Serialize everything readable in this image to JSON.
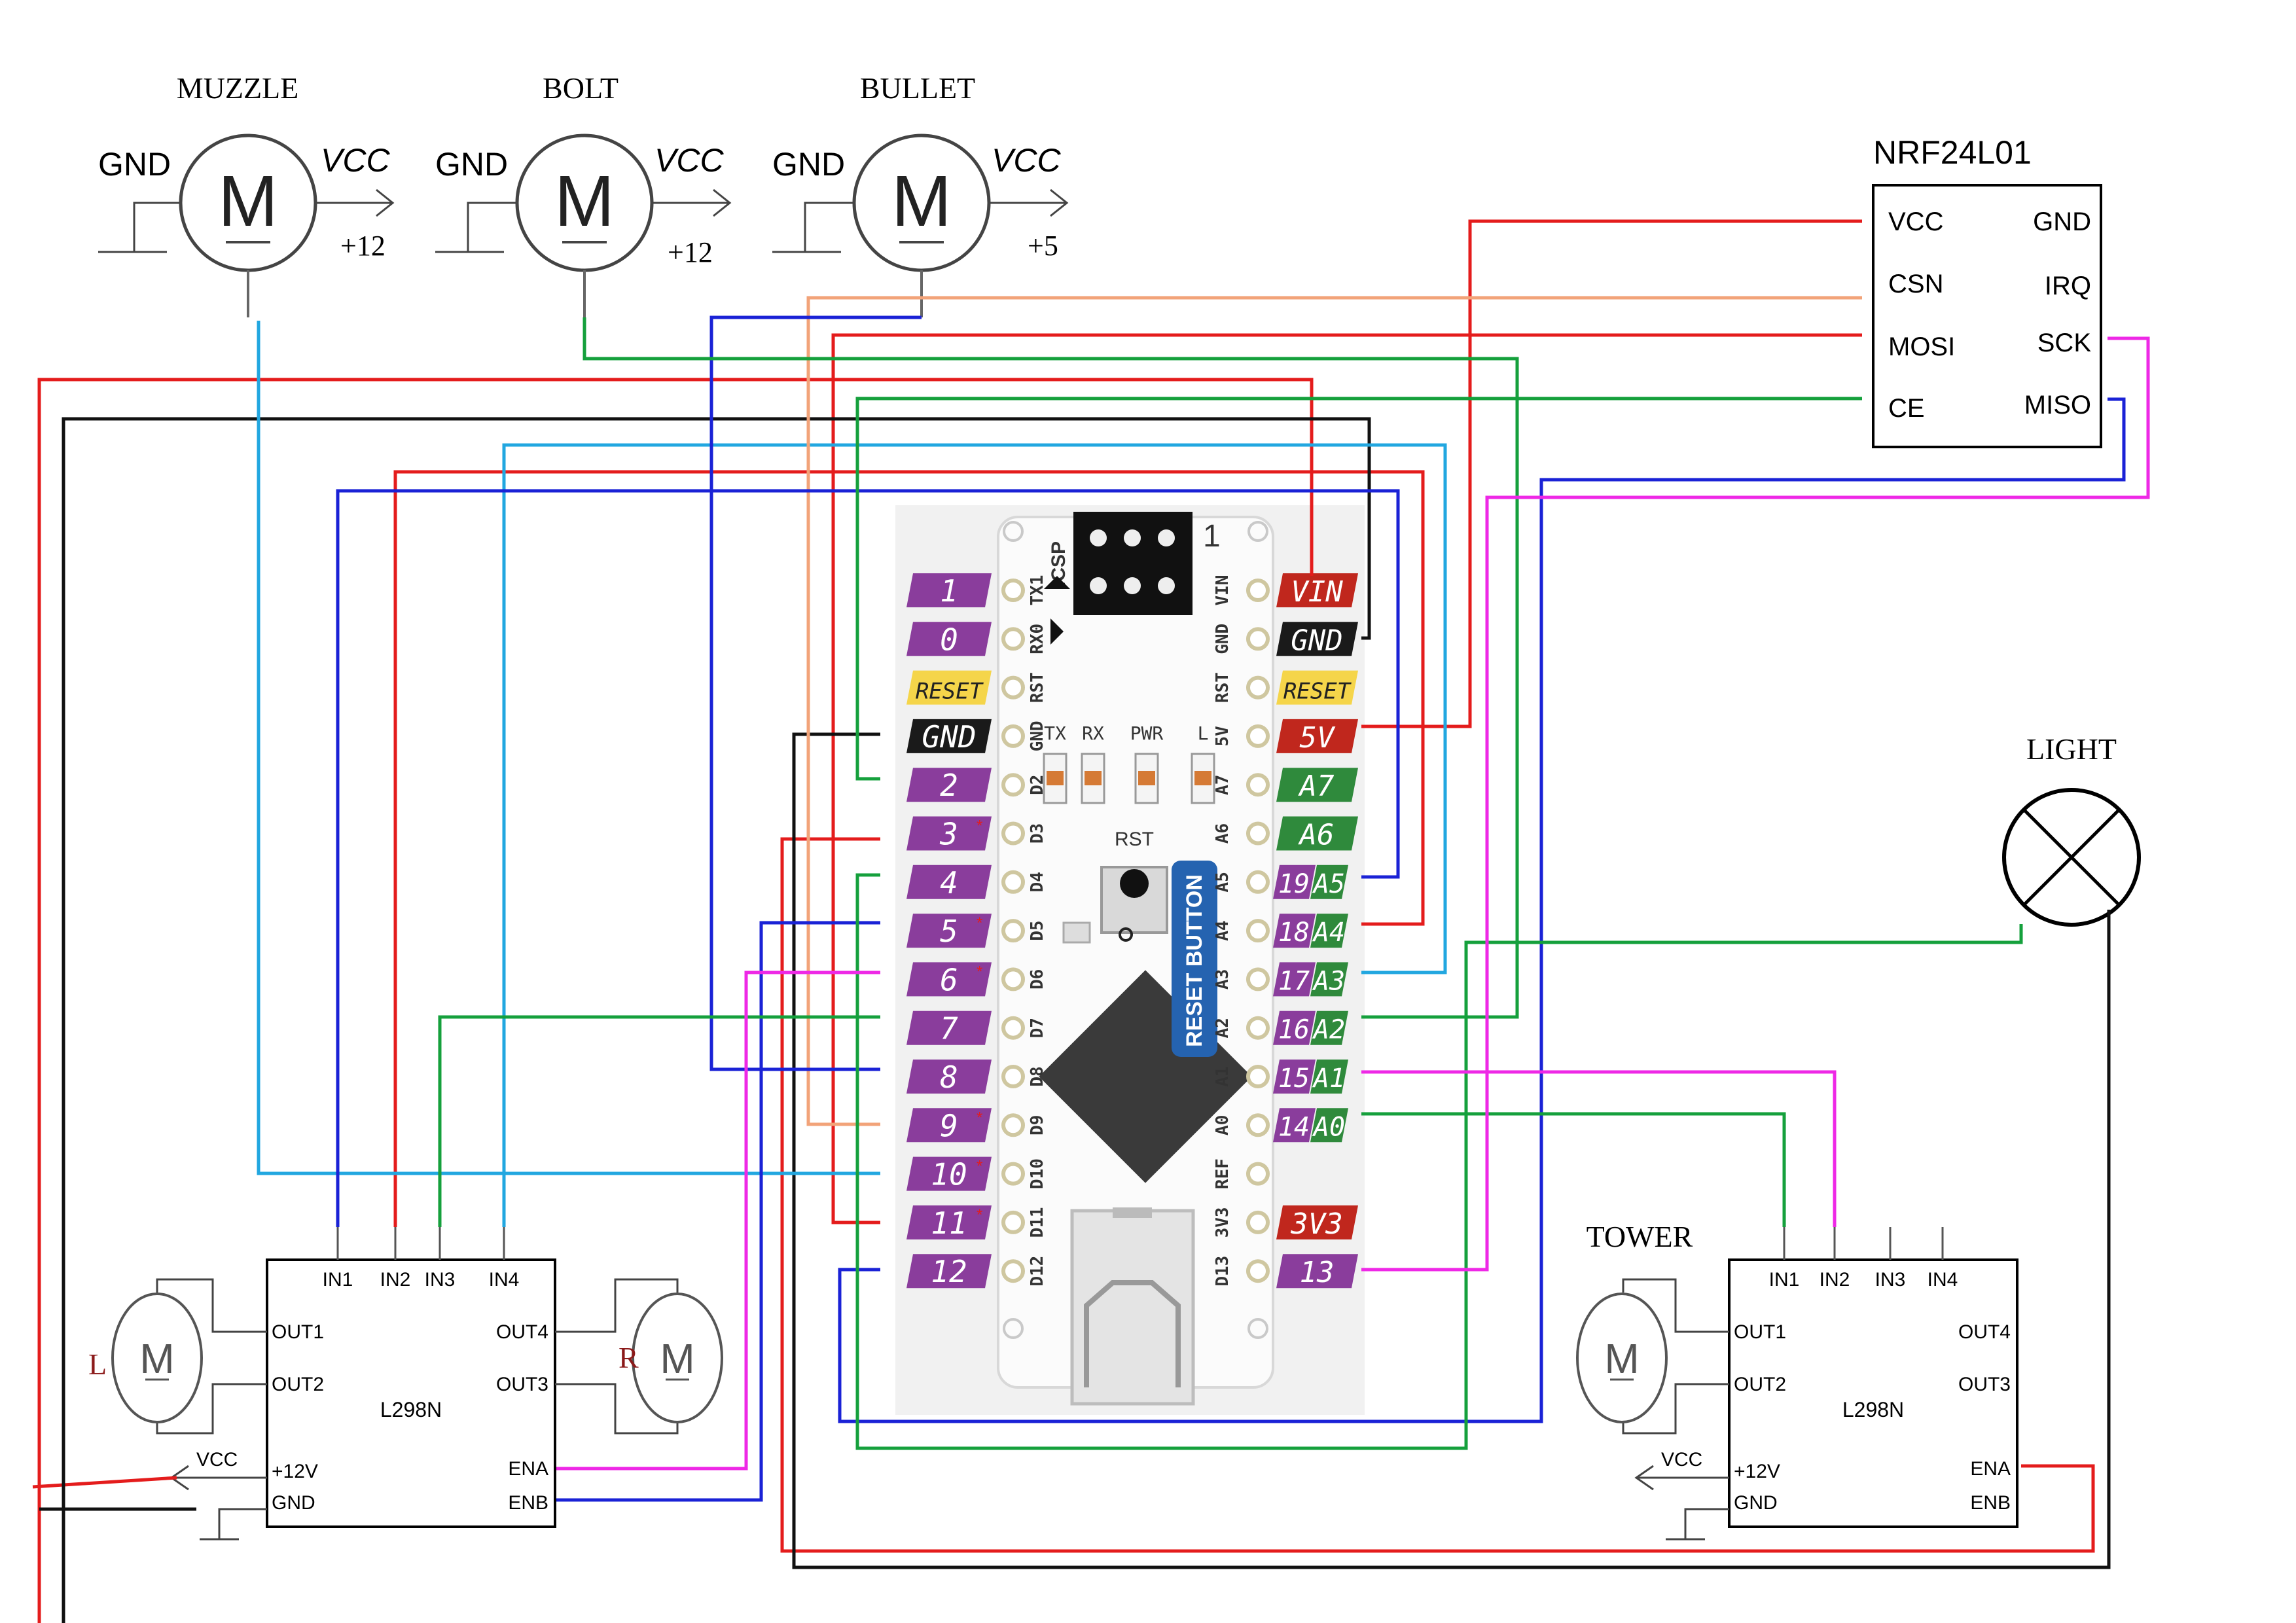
{
  "motors": {
    "muzzle": {
      "title": "MUZZLE",
      "gnd": "GND",
      "vcc": "VCC",
      "volt": "+12",
      "symbol": "M"
    },
    "bolt": {
      "title": "BOLT",
      "gnd": "GND",
      "vcc": "VCC",
      "volt": "+12",
      "symbol": "M"
    },
    "bullet": {
      "title": "BULLET",
      "gnd": "GND",
      "vcc": "VCC",
      "volt": "+5",
      "symbol": "M"
    }
  },
  "nrf": {
    "title": "NRF24L01",
    "left_pins": [
      "VCC",
      "CSN",
      "MOSI",
      "CE"
    ],
    "right_pins": [
      "GND",
      "IRQ",
      "SCK",
      "MISO"
    ]
  },
  "light": {
    "title": "LIGHT"
  },
  "tower": {
    "title": "TOWER"
  },
  "board": {
    "icsp": "ICSP",
    "icsp_pin1": "1",
    "left_tags": [
      "1",
      "0",
      "RESET",
      "GND",
      "2",
      "3",
      "4",
      "5",
      "6",
      "7",
      "8",
      "9",
      "10",
      "11",
      "12"
    ],
    "left_silk": [
      "TX1",
      "RX0",
      "RST",
      "GND",
      "D2",
      "D3",
      "D4",
      "D5",
      "D6",
      "D7",
      "D8",
      "D9",
      "D10",
      "D11",
      "D12"
    ],
    "right_tags": [
      "VIN",
      "GND",
      "RESET",
      "5V",
      "A7",
      "A6",
      "A5",
      "A4",
      "A3",
      "A2",
      "A1",
      "A0",
      "",
      "3V3",
      "13"
    ],
    "right_nums": [
      "",
      "",
      "",
      "",
      "",
      "",
      "19",
      "18",
      "17",
      "16",
      "15",
      "14",
      "",
      "",
      ""
    ],
    "right_silk": [
      "VIN",
      "GND",
      "RST",
      "5V",
      "A7",
      "A6",
      "A5",
      "A4",
      "A3",
      "A2",
      "A1",
      "A0",
      "REF",
      "3V3",
      "D13"
    ],
    "leds": [
      "TX",
      "RX",
      "PWR",
      "L"
    ],
    "rst_label": "RST",
    "reset_button": "RESET BUTTON"
  },
  "driver_left": {
    "chip": "L298N",
    "inputs": [
      "IN1",
      "IN2",
      "IN3",
      "IN4"
    ],
    "out_left": [
      "OUT1",
      "OUT2"
    ],
    "out_right": [
      "OUT4",
      "OUT3"
    ],
    "power": [
      "+12V",
      "GND"
    ],
    "enables": [
      "ENA",
      "ENB"
    ],
    "vcc": "VCC",
    "motor_l": "L",
    "motor_r": "R",
    "motor_symbol": "M"
  },
  "driver_right": {
    "chip": "L298N",
    "inputs": [
      "IN1",
      "IN2",
      "IN3",
      "IN4"
    ],
    "out_left": [
      "OUT1",
      "OUT2"
    ],
    "out_right": [
      "OUT4",
      "OUT3"
    ],
    "power": [
      "+12V",
      "GND"
    ],
    "enables": [
      "ENA",
      "ENB"
    ],
    "vcc": "VCC",
    "motor_symbol": "M"
  },
  "colors": {
    "red": "#e41c1c",
    "black": "#111111",
    "blue": "#1a22d6",
    "cyan": "#22a7e0",
    "green": "#15a03c",
    "magenta": "#ee28e6",
    "salmon": "#f2a379",
    "pin_purple": "#8a3d9c",
    "pin_red": "#c0271d",
    "pin_green": "#2f8a3c",
    "pin_yellow": "#f5d54a",
    "pin_black": "#1a1a1a",
    "board_blue": "#2563b0"
  }
}
